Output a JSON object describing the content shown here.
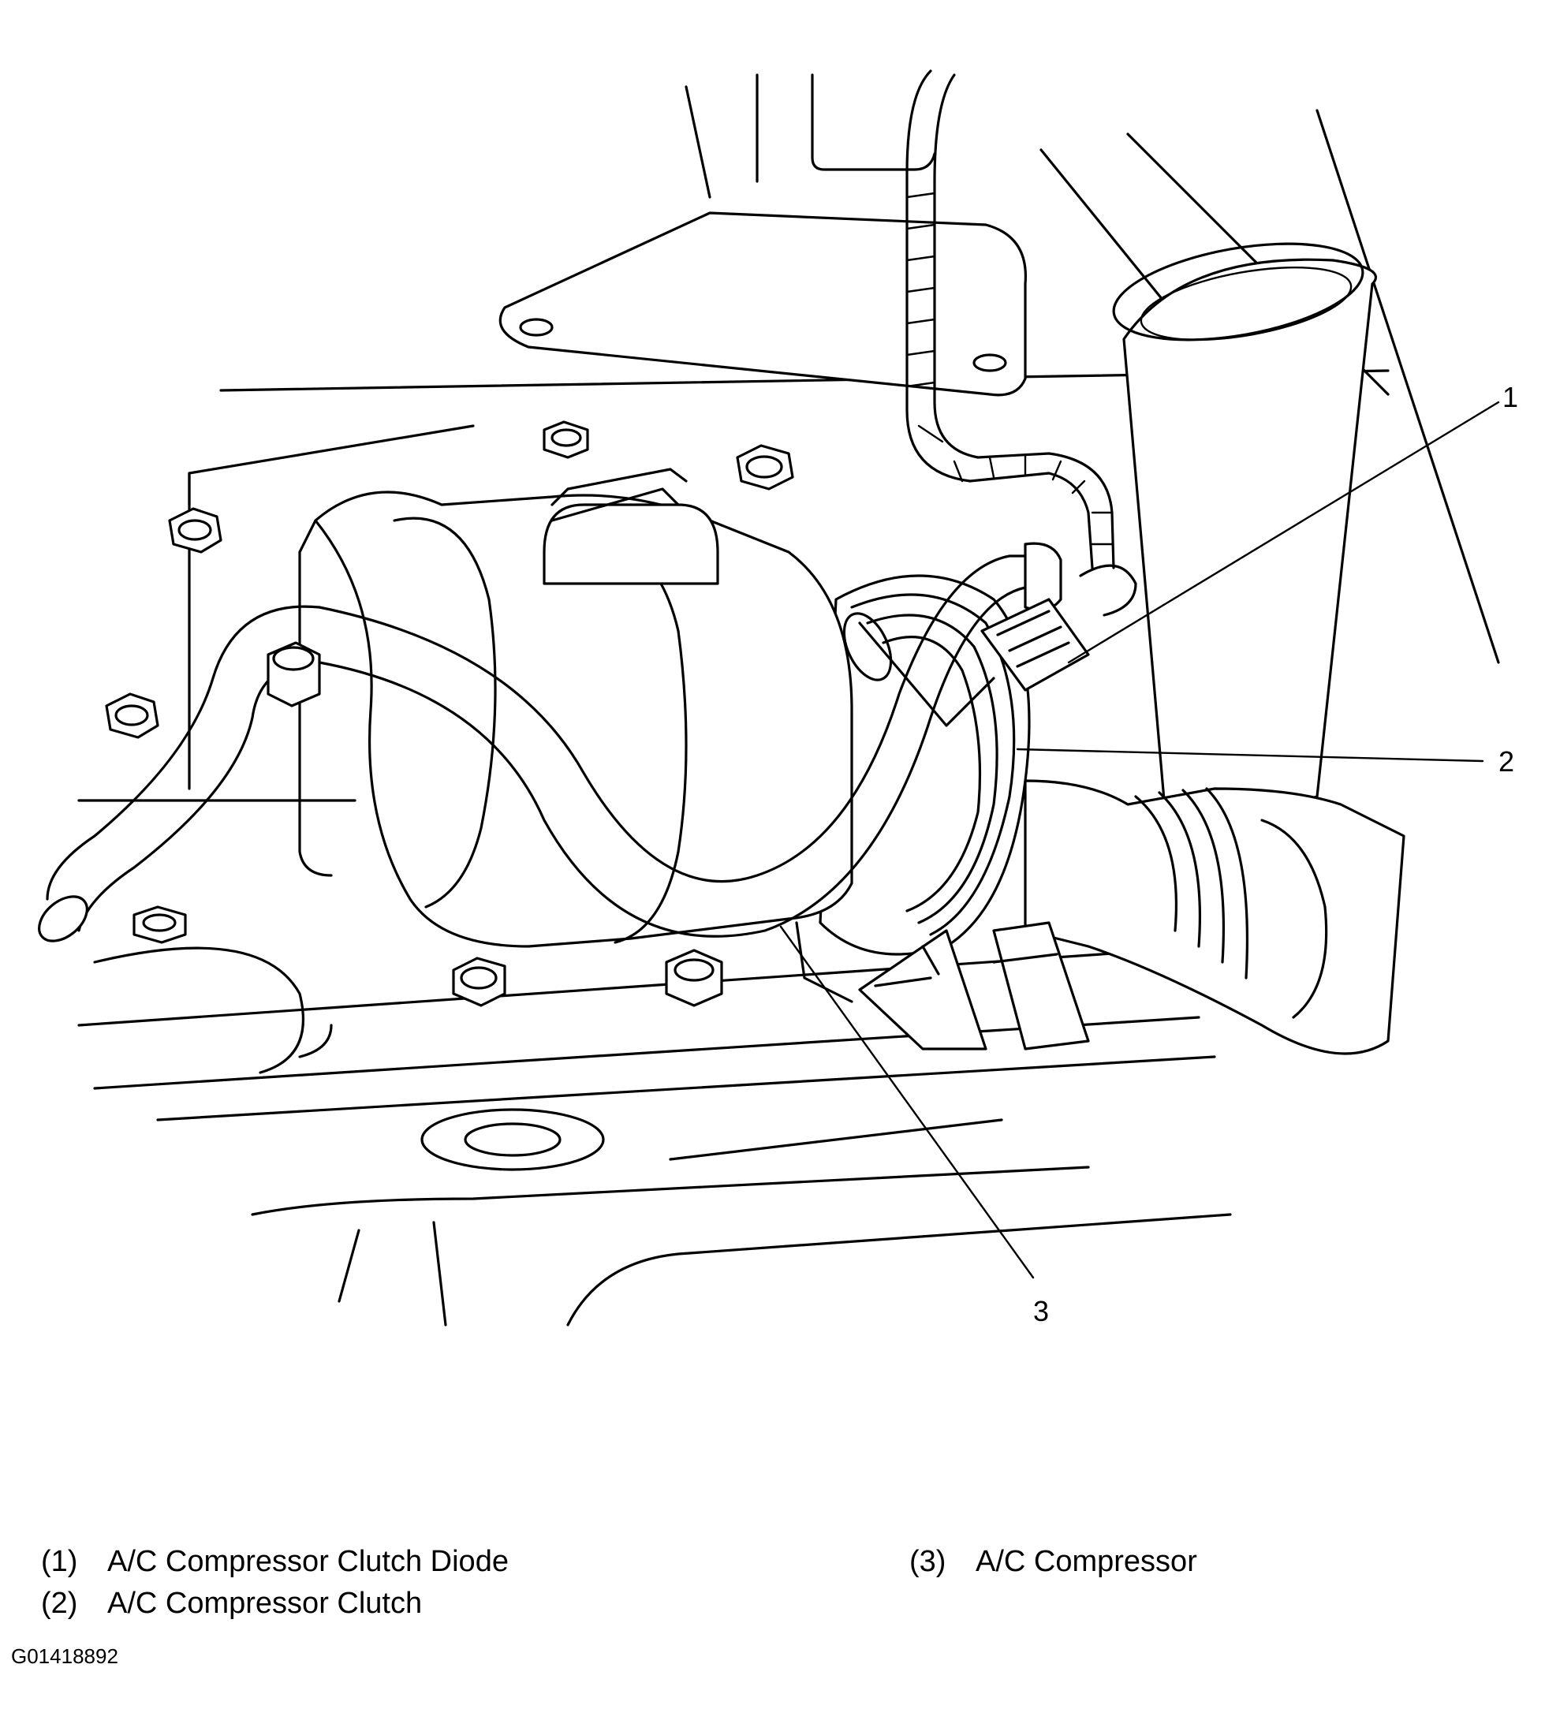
{
  "callouts": [
    {
      "number": "1"
    },
    {
      "number": "2"
    },
    {
      "number": "3"
    }
  ],
  "legend": [
    {
      "number": "(1)",
      "label": "A/C Compressor Clutch Diode"
    },
    {
      "number": "(2)",
      "label": "A/C Compressor Clutch"
    },
    {
      "number": "(3)",
      "label": "A/C Compressor"
    }
  ],
  "figure_id": "G01418892"
}
